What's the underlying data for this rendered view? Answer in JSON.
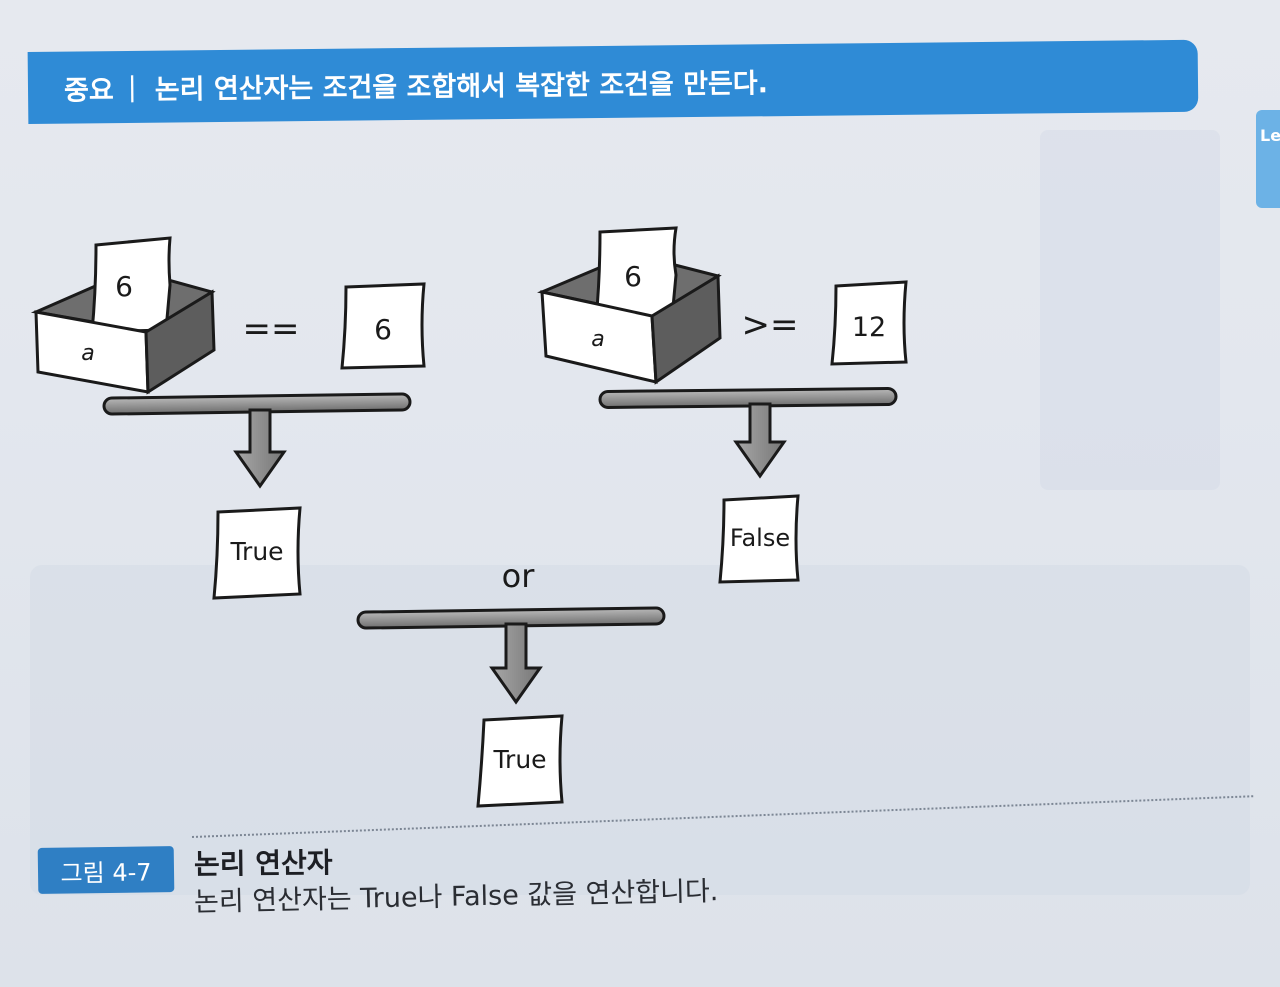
{
  "header": {
    "label": "중요",
    "separator": "|",
    "title": "논리 연산자는 조건을 조합해서 복잡한 조건을 만든다."
  },
  "side_tab": {
    "text": "Le"
  },
  "diagram": {
    "left": {
      "box_label": "a",
      "box_card": "6",
      "operator": "==",
      "operand": "6",
      "result": "True"
    },
    "right": {
      "box_label": "a",
      "box_card": "6",
      "operator": ">=",
      "operand": "12",
      "result": "False"
    },
    "combine": {
      "operator": "or",
      "result": "True"
    }
  },
  "caption": {
    "badge": "그림 4-7",
    "title": "논리 연산자",
    "description": "논리 연산자는 True나 False 값을 연산합니다."
  },
  "colors": {
    "header_bg": "#2f8bd6",
    "badge_bg": "#2f7fc4",
    "ink": "#1a1a1a",
    "bar_gray": "#8a8a8a"
  }
}
